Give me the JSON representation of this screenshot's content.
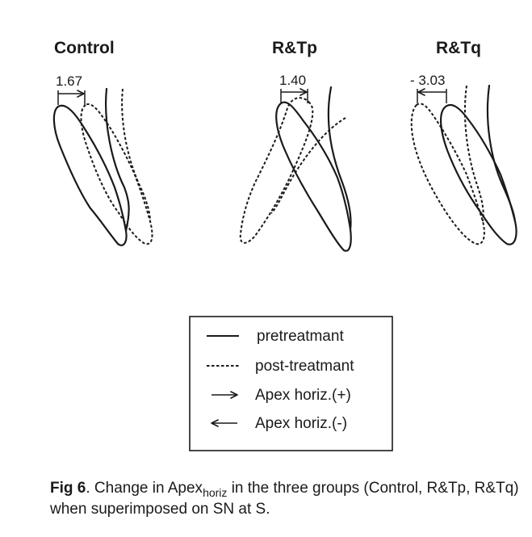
{
  "panels": [
    {
      "title": "Control",
      "measurement": "1.67",
      "direction": "+"
    },
    {
      "title": "R&Tp",
      "measurement": "1.40",
      "direction": "+"
    },
    {
      "title": "R&Tq",
      "measurement": "- 3.03",
      "direction": "-"
    }
  ],
  "legend": {
    "items": [
      {
        "symbol": "solid-line",
        "label": "pretreatmant"
      },
      {
        "symbol": "dashed-line",
        "label": "post-treatmant"
      },
      {
        "symbol": "right-arrow",
        "label": "Apex horiz.(+)"
      },
      {
        "symbol": "left-arrow",
        "label": "Apex horiz.(-)"
      }
    ]
  },
  "caption": {
    "fig_label": "Fig 6",
    "text_before": ". Change in Apex",
    "subscript": "horiz",
    "text_after": " in the three groups (Control, R&Tp, R&Tq) when superimposed on SN at S."
  }
}
